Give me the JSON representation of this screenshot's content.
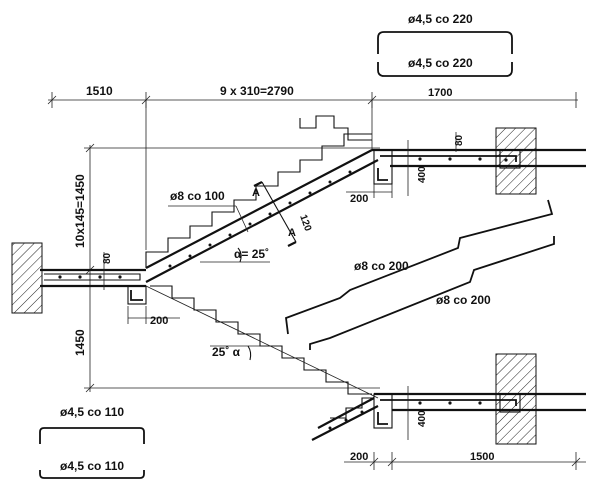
{
  "labels": {
    "top_bar_upper": "ø4,5 co 220",
    "top_bar_lower": "ø4,5 co 220",
    "bottom_bar_upper": "ø4,5 co 110",
    "bottom_bar_lower": "ø4,5 co 110",
    "dim_left_landing": "1510",
    "dim_run": "9 x 310=2790",
    "dim_right_landing": "1700",
    "dim_rise_upper": "10x145=1450",
    "dim_rise_lower": "1450",
    "rebar_main": "ø8 co 100",
    "rebar_long_1": "ø8 co 200",
    "rebar_long_2": "ø8 co 200",
    "angle_upper": "α= 25˚",
    "angle_lower": "25˚ α",
    "dim_80_left": "80",
    "dim_80_right": "80",
    "dim_400_upper": "400",
    "dim_400_lower": "400",
    "dim_200_upper": "200",
    "dim_200_left": "200",
    "dim_200_bottom": "200",
    "dim_1500": "1500",
    "dim_120": "120",
    "section_a1": "A",
    "section_a2": "A"
  }
}
